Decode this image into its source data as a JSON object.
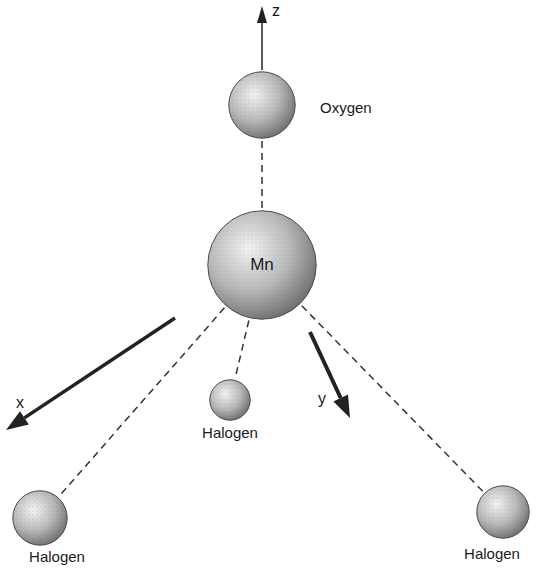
{
  "diagram": {
    "nodes": [
      {
        "text": [
          "Oxygen"
        ]
      },
      {
        "text": [
          "Mn"
        ]
      },
      {
        "text": [
          "Halogen"
        ]
      },
      {
        "text": [
          "Halogen"
        ]
      },
      {
        "text": [
          "Halogen"
        ]
      }
    ],
    "edges": [
      {
        "from": 0,
        "to": 1,
        "arrow": "none"
      },
      {
        "from": 1,
        "to": 2,
        "arrow": "none"
      },
      {
        "from": 1,
        "to": 3,
        "arrow": "none"
      },
      {
        "from": 1,
        "to": 4,
        "arrow": "none"
      }
    ],
    "labels": [
      "z",
      "x",
      "y"
    ]
  }
}
